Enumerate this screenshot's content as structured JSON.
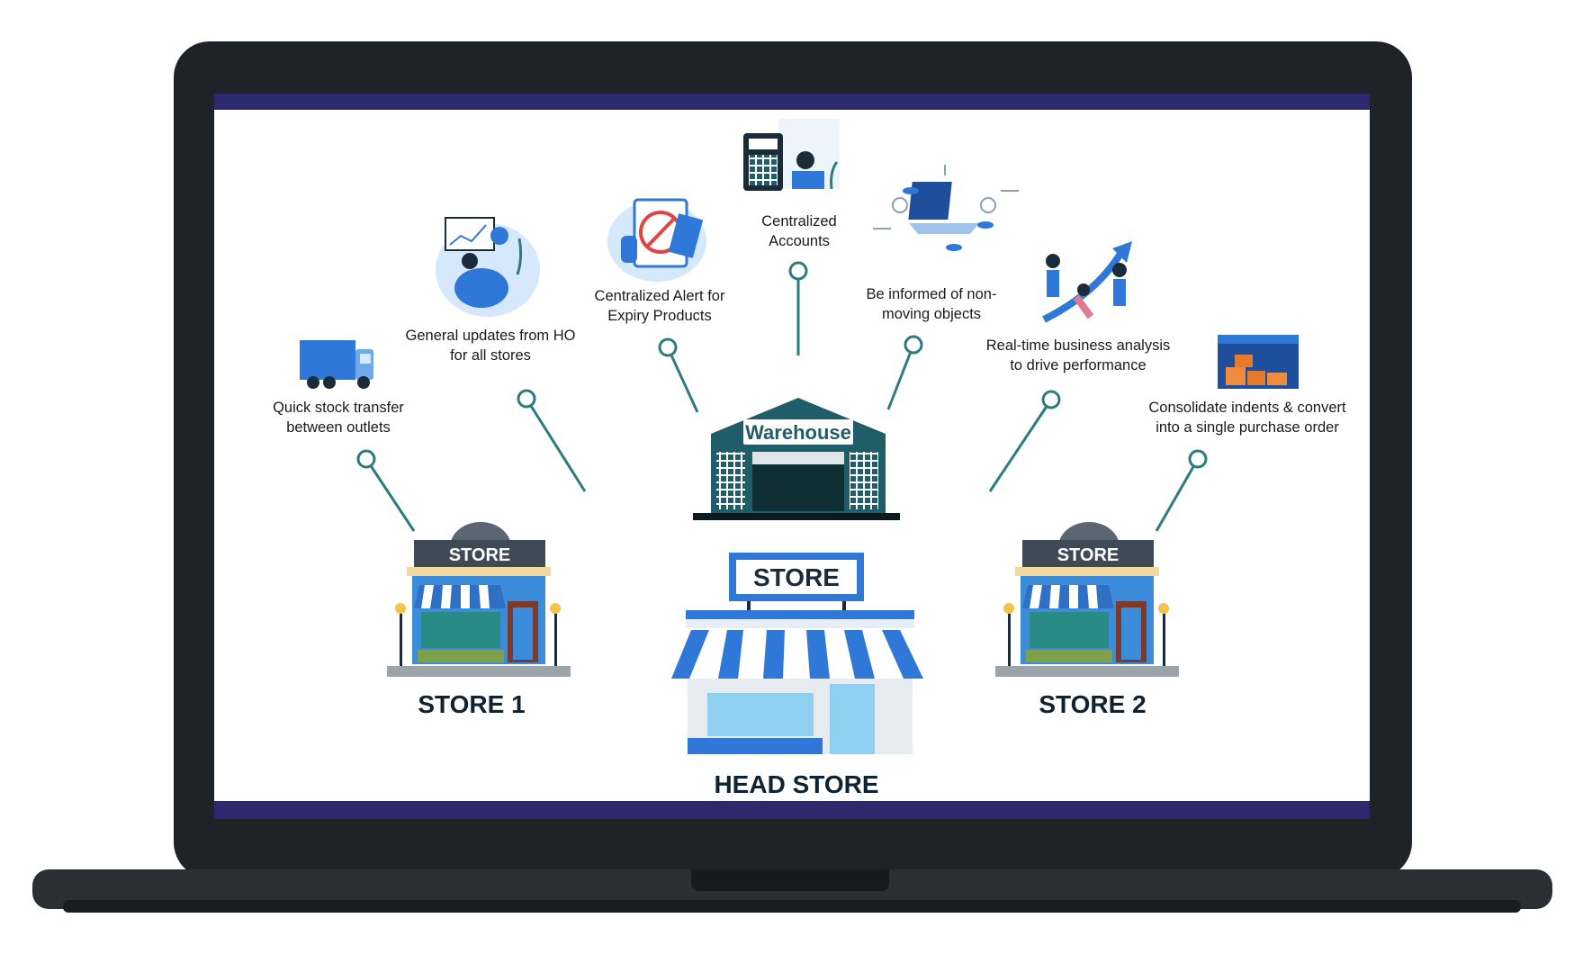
{
  "colors": {
    "frame": "#1e2328",
    "base": "#2b2e33",
    "connector": "#2e7b7d",
    "store_blue": "#3b8ddb",
    "warehouse": "#1f5d68",
    "sign_dark": "#3e4a56",
    "topbar": "#2c2a6e"
  },
  "features": [
    {
      "id": "f1",
      "line1": "Quick stock transfer",
      "line2": "between outlets",
      "icon": "truck-icon"
    },
    {
      "id": "f2",
      "line1": "General updates from HO",
      "line2": "for all stores",
      "icon": "analytics-person-icon"
    },
    {
      "id": "f3",
      "line1": "Centralized Alert for",
      "line2": "Expiry Products",
      "icon": "expiry-alert-icon"
    },
    {
      "id": "f4",
      "line1": "Centralized",
      "line2": "Accounts",
      "icon": "accountant-calculator-icon"
    },
    {
      "id": "f5",
      "line1": "Be informed of non-",
      "line2": "moving objects",
      "icon": "laptop-network-icon"
    },
    {
      "id": "f6",
      "line1": "Real-time business analysis",
      "line2": "to drive performance",
      "icon": "growth-team-icon"
    },
    {
      "id": "f7",
      "line1": "Consolidate indents & convert",
      "line2": "into a single purchase order",
      "icon": "container-boxes-icon"
    }
  ],
  "warehouse": {
    "sign": "Warehouse"
  },
  "stores": {
    "store1": {
      "sign": "STORE",
      "label": "STORE 1"
    },
    "store2": {
      "sign": "STORE",
      "label": "STORE 2"
    },
    "head": {
      "sign": "STORE",
      "label": "HEAD STORE"
    }
  }
}
